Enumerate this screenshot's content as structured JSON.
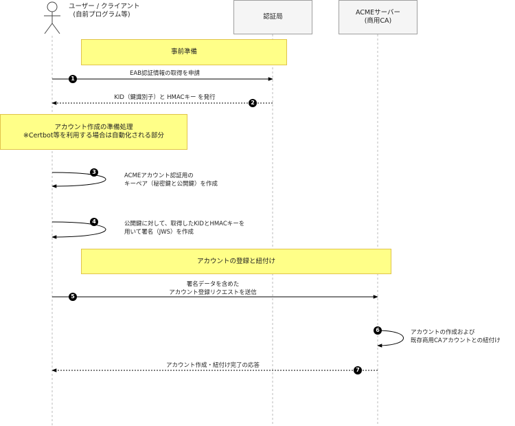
{
  "actors": {
    "user": {
      "line1": "ユーザー / クライアント",
      "line2": "(自前プログラム等)"
    },
    "auth": {
      "label": "認証局"
    },
    "acme": {
      "line1": "ACMEサーバー",
      "line2": "(商用CA)"
    }
  },
  "notes": {
    "prep": "事前準備",
    "account_prep_line1": "アカウント作成の準備処理",
    "account_prep_line2": "※Certbot等を利用する場合は自動化される部分",
    "register": "アカウントの登録と紐付け"
  },
  "messages": [
    {
      "num": "1",
      "lines": [
        "EAB認証情報の取得を申請"
      ]
    },
    {
      "num": "2",
      "lines": [
        "KID（鍵識別子）と HMACキー を発行"
      ]
    },
    {
      "num": "3",
      "lines": [
        "ACMEアカウント認証用の",
        "キーペア（秘密鍵と公開鍵）を作成"
      ]
    },
    {
      "num": "4",
      "lines": [
        "公開鍵に対して、取得したKIDとHMACキーを",
        "用いて署名（JWS）を作成"
      ]
    },
    {
      "num": "5",
      "lines": [
        "署名データを含めた",
        "アカウント登録リクエストを送信"
      ]
    },
    {
      "num": "6",
      "lines": [
        "アカウントの作成および",
        "既存商用CAアカウントとの紐付け"
      ]
    },
    {
      "num": "7",
      "lines": [
        "アカウント作成・紐付け完了の応答"
      ]
    }
  ]
}
